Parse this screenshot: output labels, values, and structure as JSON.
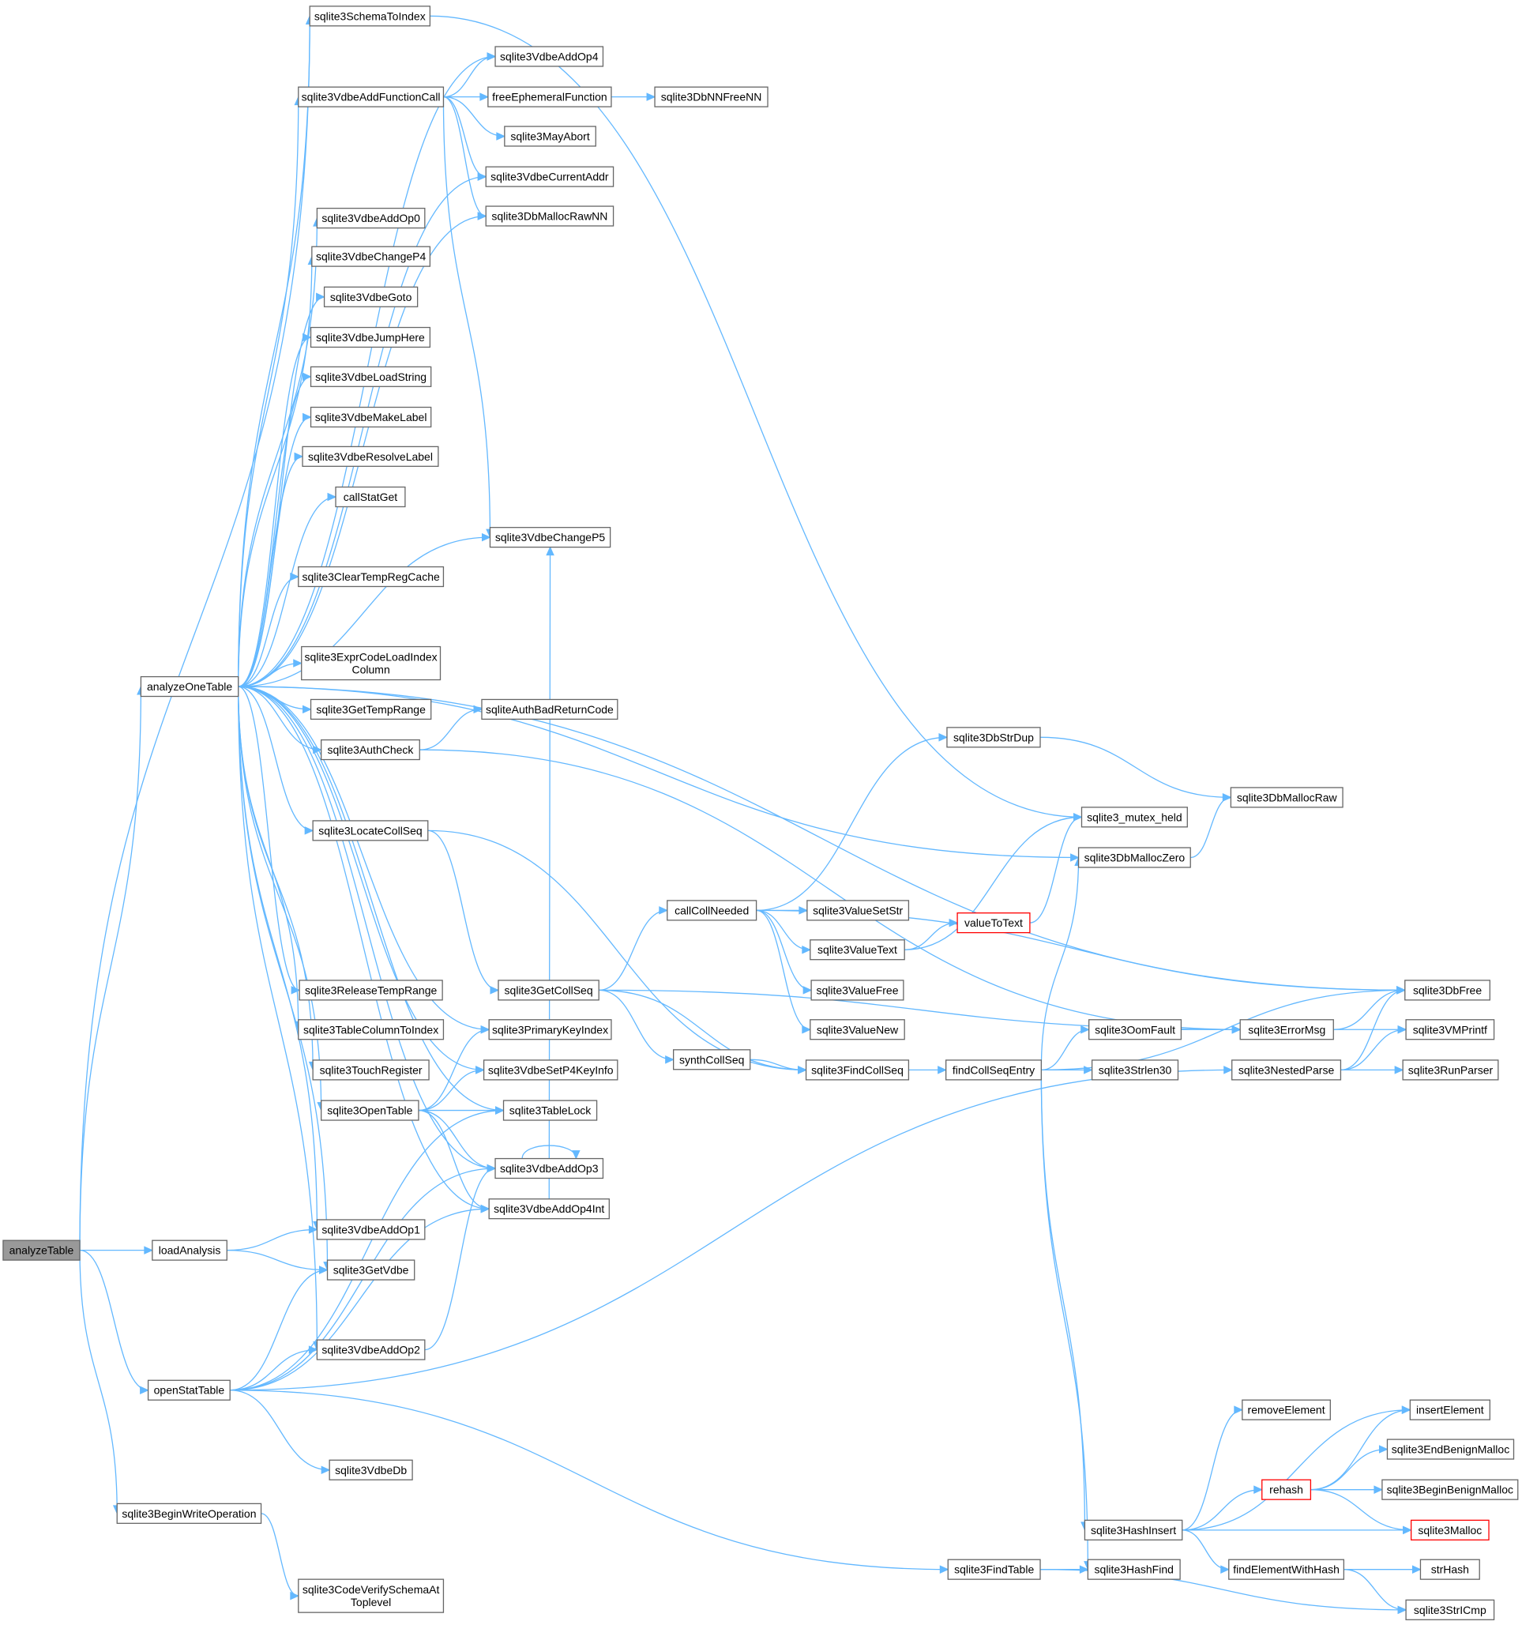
{
  "diagram": {
    "root": "analyzeTable",
    "colors": {
      "edge": "#63b8ff",
      "root_fill": "#999999",
      "node_border": "#666666",
      "truncated_border": "#ff0000"
    },
    "nodes": {
      "analyzeTable": {
        "label": [
          "analyzeTable"
        ]
      },
      "analyzeOneTable": {
        "label": [
          "analyzeOneTable"
        ]
      },
      "loadAnalysis": {
        "label": [
          "loadAnalysis"
        ]
      },
      "openStatTable": {
        "label": [
          "openStatTable"
        ]
      },
      "sqlite3BeginWriteOperation": {
        "label": [
          "sqlite3BeginWriteOperation"
        ]
      },
      "sqlite3SchemaToIndex": {
        "label": [
          "sqlite3SchemaToIndex"
        ]
      },
      "sqlite3VdbeAddFunctionCall": {
        "label": [
          "sqlite3VdbeAddFunctionCall"
        ]
      },
      "sqlite3VdbeAddOp0": {
        "label": [
          "sqlite3VdbeAddOp0"
        ]
      },
      "sqlite3VdbeChangeP4": {
        "label": [
          "sqlite3VdbeChangeP4"
        ]
      },
      "sqlite3VdbeGoto": {
        "label": [
          "sqlite3VdbeGoto"
        ]
      },
      "sqlite3VdbeJumpHere": {
        "label": [
          "sqlite3VdbeJumpHere"
        ]
      },
      "sqlite3VdbeLoadString": {
        "label": [
          "sqlite3VdbeLoadString"
        ]
      },
      "sqlite3VdbeMakeLabel": {
        "label": [
          "sqlite3VdbeMakeLabel"
        ]
      },
      "sqlite3VdbeResolveLabel": {
        "label": [
          "sqlite3VdbeResolveLabel"
        ]
      },
      "callStatGet": {
        "label": [
          "callStatGet"
        ]
      },
      "sqlite3ClearTempRegCache": {
        "label": [
          "sqlite3ClearTempRegCache"
        ]
      },
      "sqlite3ExprCodeLoadIndexColumn": {
        "label": [
          "sqlite3ExprCodeLoadIndex",
          "Column"
        ]
      },
      "sqlite3GetTempRange": {
        "label": [
          "sqlite3GetTempRange"
        ]
      },
      "sqlite3AuthCheck": {
        "label": [
          "sqlite3AuthCheck"
        ]
      },
      "sqlite3LocateCollSeq": {
        "label": [
          "sqlite3LocateCollSeq"
        ]
      },
      "sqlite3ReleaseTempRange": {
        "label": [
          "sqlite3ReleaseTempRange"
        ]
      },
      "sqlite3TableColumnToIndex": {
        "label": [
          "sqlite3TableColumnToIndex"
        ]
      },
      "sqlite3TouchRegister": {
        "label": [
          "sqlite3TouchRegister"
        ]
      },
      "sqlite3OpenTable": {
        "label": [
          "sqlite3OpenTable"
        ]
      },
      "sqlite3VdbeAddOp1": {
        "label": [
          "sqlite3VdbeAddOp1"
        ]
      },
      "sqlite3GetVdbe": {
        "label": [
          "sqlite3GetVdbe"
        ]
      },
      "sqlite3VdbeAddOp2": {
        "label": [
          "sqlite3VdbeAddOp2"
        ]
      },
      "sqlite3VdbeDb": {
        "label": [
          "sqlite3VdbeDb"
        ]
      },
      "sqlite3CodeVerifySchemaAtToplevel": {
        "label": [
          "sqlite3CodeVerifySchemaAt",
          "Toplevel"
        ]
      },
      "sqlite3VdbeAddOp4": {
        "label": [
          "sqlite3VdbeAddOp4"
        ]
      },
      "freeEphemeralFunction": {
        "label": [
          "freeEphemeralFunction"
        ]
      },
      "sqlite3MayAbort": {
        "label": [
          "sqlite3MayAbort"
        ]
      },
      "sqlite3VdbeCurrentAddr": {
        "label": [
          "sqlite3VdbeCurrentAddr"
        ]
      },
      "sqlite3DbMallocRawNN": {
        "label": [
          "sqlite3DbMallocRawNN"
        ]
      },
      "sqlite3VdbeChangeP5": {
        "label": [
          "sqlite3VdbeChangeP5"
        ]
      },
      "sqliteAuthBadReturnCode": {
        "label": [
          "sqliteAuthBadReturnCode"
        ]
      },
      "sqlite3GetCollSeq": {
        "label": [
          "sqlite3GetCollSeq"
        ]
      },
      "sqlite3PrimaryKeyIndex": {
        "label": [
          "sqlite3PrimaryKeyIndex"
        ]
      },
      "sqlite3VdbeSetP4KeyInfo": {
        "label": [
          "sqlite3VdbeSetP4KeyInfo"
        ]
      },
      "sqlite3TableLock": {
        "label": [
          "sqlite3TableLock"
        ]
      },
      "sqlite3VdbeAddOp3": {
        "label": [
          "sqlite3VdbeAddOp3"
        ]
      },
      "sqlite3VdbeAddOp4Int": {
        "label": [
          "sqlite3VdbeAddOp4Int"
        ]
      },
      "sqlite3DbNNFreeNN": {
        "label": [
          "sqlite3DbNNFreeNN"
        ]
      },
      "callCollNeeded": {
        "label": [
          "callCollNeeded"
        ]
      },
      "synthCollSeq": {
        "label": [
          "synthCollSeq"
        ]
      },
      "sqlite3ValueSetStr": {
        "label": [
          "sqlite3ValueSetStr"
        ]
      },
      "sqlite3ValueText": {
        "label": [
          "sqlite3ValueText"
        ]
      },
      "sqlite3ValueFree": {
        "label": [
          "sqlite3ValueFree"
        ]
      },
      "sqlite3ValueNew": {
        "label": [
          "sqlite3ValueNew"
        ]
      },
      "sqlite3FindCollSeq": {
        "label": [
          "sqlite3FindCollSeq"
        ]
      },
      "findCollSeqEntry": {
        "label": [
          "findCollSeqEntry"
        ]
      },
      "sqlite3FindTable": {
        "label": [
          "sqlite3FindTable"
        ]
      },
      "sqlite3DbStrDup": {
        "label": [
          "sqlite3DbStrDup"
        ]
      },
      "valueToText": {
        "label": [
          "valueToText"
        ],
        "truncated": true
      },
      "sqlite3_mutex_held": {
        "label": [
          "sqlite3_mutex_held"
        ]
      },
      "sqlite3DbMallocZero": {
        "label": [
          "sqlite3DbMallocZero"
        ]
      },
      "sqlite3OomFault": {
        "label": [
          "sqlite3OomFault"
        ]
      },
      "sqlite3Strlen30": {
        "label": [
          "sqlite3Strlen30"
        ]
      },
      "sqlite3HashInsert": {
        "label": [
          "sqlite3HashInsert"
        ]
      },
      "sqlite3HashFind": {
        "label": [
          "sqlite3HashFind"
        ]
      },
      "sqlite3DbMallocRaw": {
        "label": [
          "sqlite3DbMallocRaw"
        ]
      },
      "sqlite3ErrorMsg": {
        "label": [
          "sqlite3ErrorMsg"
        ]
      },
      "sqlite3NestedParse": {
        "label": [
          "sqlite3NestedParse"
        ]
      },
      "removeElement": {
        "label": [
          "removeElement"
        ]
      },
      "rehash": {
        "label": [
          "rehash"
        ],
        "truncated": true
      },
      "findElementWithHash": {
        "label": [
          "findElementWithHash"
        ]
      },
      "sqlite3DbFree": {
        "label": [
          "sqlite3DbFree"
        ]
      },
      "sqlite3VMPrintf": {
        "label": [
          "sqlite3VMPrintf"
        ]
      },
      "sqlite3RunParser": {
        "label": [
          "sqlite3RunParser"
        ]
      },
      "insertElement": {
        "label": [
          "insertElement"
        ]
      },
      "sqlite3EndBenignMalloc": {
        "label": [
          "sqlite3EndBenignMalloc"
        ]
      },
      "sqlite3BeginBenignMalloc": {
        "label": [
          "sqlite3BeginBenignMalloc"
        ]
      },
      "sqlite3Malloc": {
        "label": [
          "sqlite3Malloc"
        ],
        "truncated": true
      },
      "strHash": {
        "label": [
          "strHash"
        ]
      },
      "sqlite3StrICmp": {
        "label": [
          "sqlite3StrICmp"
        ]
      }
    },
    "edges": [
      [
        "analyzeTable",
        "sqlite3SchemaToIndex"
      ],
      [
        "analyzeTable",
        "analyzeOneTable"
      ],
      [
        "analyzeTable",
        "loadAnalysis"
      ],
      [
        "analyzeTable",
        "openStatTable"
      ],
      [
        "analyzeTable",
        "sqlite3BeginWriteOperation"
      ],
      [
        "analyzeOneTable",
        "sqlite3SchemaToIndex"
      ],
      [
        "analyzeOneTable",
        "sqlite3VdbeAddOp4"
      ],
      [
        "analyzeOneTable",
        "sqlite3VdbeAddFunctionCall"
      ],
      [
        "analyzeOneTable",
        "sqlite3VdbeCurrentAddr"
      ],
      [
        "analyzeOneTable",
        "sqlite3DbMallocRawNN"
      ],
      [
        "analyzeOneTable",
        "sqlite3VdbeAddOp0"
      ],
      [
        "analyzeOneTable",
        "sqlite3VdbeChangeP4"
      ],
      [
        "analyzeOneTable",
        "sqlite3VdbeGoto"
      ],
      [
        "analyzeOneTable",
        "sqlite3VdbeJumpHere"
      ],
      [
        "analyzeOneTable",
        "sqlite3VdbeLoadString"
      ],
      [
        "analyzeOneTable",
        "sqlite3VdbeMakeLabel"
      ],
      [
        "analyzeOneTable",
        "sqlite3VdbeResolveLabel"
      ],
      [
        "analyzeOneTable",
        "callStatGet"
      ],
      [
        "analyzeOneTable",
        "sqlite3VdbeChangeP5"
      ],
      [
        "analyzeOneTable",
        "sqlite3ClearTempRegCache"
      ],
      [
        "analyzeOneTable",
        "sqlite3DbFree"
      ],
      [
        "analyzeOneTable",
        "sqlite3ExprCodeLoadIndexColumn"
      ],
      [
        "analyzeOneTable",
        "sqlite3GetTempRange"
      ],
      [
        "analyzeOneTable",
        "sqlite3AuthCheck"
      ],
      [
        "analyzeOneTable",
        "sqlite3DbMallocZero"
      ],
      [
        "analyzeOneTable",
        "sqlite3LocateCollSeq"
      ],
      [
        "analyzeOneTable",
        "sqlite3PrimaryKeyIndex"
      ],
      [
        "analyzeOneTable",
        "sqlite3VdbeSetP4KeyInfo"
      ],
      [
        "analyzeOneTable",
        "sqlite3ReleaseTempRange"
      ],
      [
        "analyzeOneTable",
        "sqlite3TableColumnToIndex"
      ],
      [
        "analyzeOneTable",
        "sqlite3TouchRegister"
      ],
      [
        "analyzeOneTable",
        "sqlite3OpenTable"
      ],
      [
        "analyzeOneTable",
        "sqlite3TableLock"
      ],
      [
        "analyzeOneTable",
        "sqlite3VdbeAddOp3"
      ],
      [
        "analyzeOneTable",
        "sqlite3VdbeAddOp4Int"
      ],
      [
        "analyzeOneTable",
        "sqlite3VdbeAddOp1"
      ],
      [
        "analyzeOneTable",
        "sqlite3GetVdbe"
      ],
      [
        "analyzeOneTable",
        "sqlite3VdbeAddOp2"
      ],
      [
        "loadAnalysis",
        "sqlite3VdbeAddOp1"
      ],
      [
        "loadAnalysis",
        "sqlite3GetVdbe"
      ],
      [
        "openStatTable",
        "sqlite3GetVdbe"
      ],
      [
        "openStatTable",
        "sqlite3VdbeAddOp2"
      ],
      [
        "openStatTable",
        "sqlite3VdbeAddOp3"
      ],
      [
        "openStatTable",
        "sqlite3TableLock"
      ],
      [
        "openStatTable",
        "sqlite3VdbeAddOp4Int"
      ],
      [
        "openStatTable",
        "sqlite3VdbeDb"
      ],
      [
        "openStatTable",
        "sqlite3NestedParse"
      ],
      [
        "openStatTable",
        "sqlite3FindTable"
      ],
      [
        "sqlite3BeginWriteOperation",
        "sqlite3CodeVerifySchemaAtToplevel"
      ],
      [
        "sqlite3SchemaToIndex",
        "sqlite3_mutex_held"
      ],
      [
        "sqlite3VdbeAddFunctionCall",
        "sqlite3VdbeAddOp4"
      ],
      [
        "sqlite3VdbeAddFunctionCall",
        "freeEphemeralFunction"
      ],
      [
        "sqlite3VdbeAddFunctionCall",
        "sqlite3MayAbort"
      ],
      [
        "sqlite3VdbeAddFunctionCall",
        "sqlite3VdbeCurrentAddr"
      ],
      [
        "sqlite3VdbeAddFunctionCall",
        "sqlite3DbMallocRawNN"
      ],
      [
        "sqlite3VdbeAddFunctionCall",
        "sqlite3VdbeChangeP5"
      ],
      [
        "freeEphemeralFunction",
        "sqlite3DbNNFreeNN"
      ],
      [
        "sqlite3AuthCheck",
        "sqliteAuthBadReturnCode"
      ],
      [
        "sqlite3AuthCheck",
        "sqlite3ErrorMsg"
      ],
      [
        "sqlite3LocateCollSeq",
        "sqlite3GetCollSeq"
      ],
      [
        "sqlite3LocateCollSeq",
        "sqlite3FindCollSeq"
      ],
      [
        "sqlite3OpenTable",
        "sqlite3PrimaryKeyIndex"
      ],
      [
        "sqlite3OpenTable",
        "sqlite3VdbeSetP4KeyInfo"
      ],
      [
        "sqlite3OpenTable",
        "sqlite3TableLock"
      ],
      [
        "sqlite3OpenTable",
        "sqlite3VdbeAddOp3"
      ],
      [
        "sqlite3OpenTable",
        "sqlite3VdbeAddOp4Int"
      ],
      [
        "sqlite3VdbeAddOp2",
        "sqlite3VdbeAddOp3"
      ],
      [
        "sqlite3VdbeAddOp3",
        "sqlite3VdbeAddOp3"
      ],
      [
        "sqlite3VdbeAddOp4Int",
        "sqlite3VdbeChangeP5"
      ],
      [
        "sqlite3GetCollSeq",
        "callCollNeeded"
      ],
      [
        "sqlite3GetCollSeq",
        "synthCollSeq"
      ],
      [
        "sqlite3GetCollSeq",
        "sqlite3FindCollSeq"
      ],
      [
        "sqlite3GetCollSeq",
        "sqlite3ErrorMsg"
      ],
      [
        "callCollNeeded",
        "sqlite3DbFree"
      ],
      [
        "callCollNeeded",
        "sqlite3DbStrDup"
      ],
      [
        "callCollNeeded",
        "sqlite3ValueSetStr"
      ],
      [
        "callCollNeeded",
        "sqlite3ValueText"
      ],
      [
        "callCollNeeded",
        "sqlite3ValueFree"
      ],
      [
        "callCollNeeded",
        "sqlite3ValueNew"
      ],
      [
        "synthCollSeq",
        "sqlite3FindCollSeq"
      ],
      [
        "sqlite3FindCollSeq",
        "findCollSeqEntry"
      ],
      [
        "sqlite3ValueText",
        "valueToText"
      ],
      [
        "sqlite3ValueText",
        "sqlite3_mutex_held"
      ],
      [
        "valueToText",
        "sqlite3_mutex_held"
      ],
      [
        "sqlite3DbStrDup",
        "sqlite3DbMallocRaw"
      ],
      [
        "sqlite3DbMallocZero",
        "sqlite3DbMallocRaw"
      ],
      [
        "findCollSeqEntry",
        "sqlite3DbMallocZero"
      ],
      [
        "findCollSeqEntry",
        "sqlite3DbFree"
      ],
      [
        "findCollSeqEntry",
        "sqlite3OomFault"
      ],
      [
        "findCollSeqEntry",
        "sqlite3Strlen30"
      ],
      [
        "findCollSeqEntry",
        "sqlite3HashInsert"
      ],
      [
        "findCollSeqEntry",
        "sqlite3HashFind"
      ],
      [
        "sqlite3OomFault",
        "sqlite3ErrorMsg"
      ],
      [
        "sqlite3ErrorMsg",
        "sqlite3DbFree"
      ],
      [
        "sqlite3ErrorMsg",
        "sqlite3VMPrintf"
      ],
      [
        "sqlite3NestedParse",
        "sqlite3DbFree"
      ],
      [
        "sqlite3NestedParse",
        "sqlite3VMPrintf"
      ],
      [
        "sqlite3NestedParse",
        "sqlite3RunParser"
      ],
      [
        "sqlite3HashInsert",
        "removeElement"
      ],
      [
        "sqlite3HashInsert",
        "insertElement"
      ],
      [
        "sqlite3HashInsert",
        "rehash"
      ],
      [
        "sqlite3HashInsert",
        "sqlite3Malloc"
      ],
      [
        "sqlite3HashInsert",
        "findElementWithHash"
      ],
      [
        "rehash",
        "insertElement"
      ],
      [
        "rehash",
        "sqlite3EndBenignMalloc"
      ],
      [
        "rehash",
        "sqlite3BeginBenignMalloc"
      ],
      [
        "rehash",
        "sqlite3Malloc"
      ],
      [
        "findElementWithHash",
        "strHash"
      ],
      [
        "findElementWithHash",
        "sqlite3StrICmp"
      ],
      [
        "sqlite3FindTable",
        "sqlite3HashFind"
      ],
      [
        "sqlite3FindTable",
        "sqlite3StrICmp"
      ]
    ]
  }
}
